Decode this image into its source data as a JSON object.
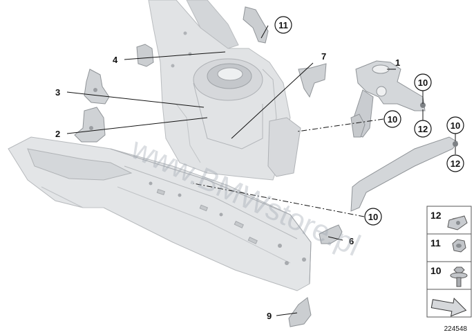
{
  "diagram": {
    "reference_number": "224548",
    "watermark": "www.BMWstore.pl",
    "callouts": {
      "c1": "1",
      "c2": "2",
      "c3": "3",
      "c4": "4",
      "c6": "6",
      "c7": "7",
      "c9": "9",
      "c10a": "10",
      "c10b": "10",
      "c10c": "10",
      "c10d": "10",
      "c11": "11",
      "c12a": "12",
      "c12b": "12"
    },
    "legend": [
      {
        "label": "12",
        "icon": "spring-clip-nut-icon"
      },
      {
        "label": "11",
        "icon": "hex-nut-icon"
      },
      {
        "label": "10",
        "icon": "flange-bolt-icon"
      },
      {
        "label": "",
        "icon": "direction-arrow-icon"
      }
    ]
  }
}
